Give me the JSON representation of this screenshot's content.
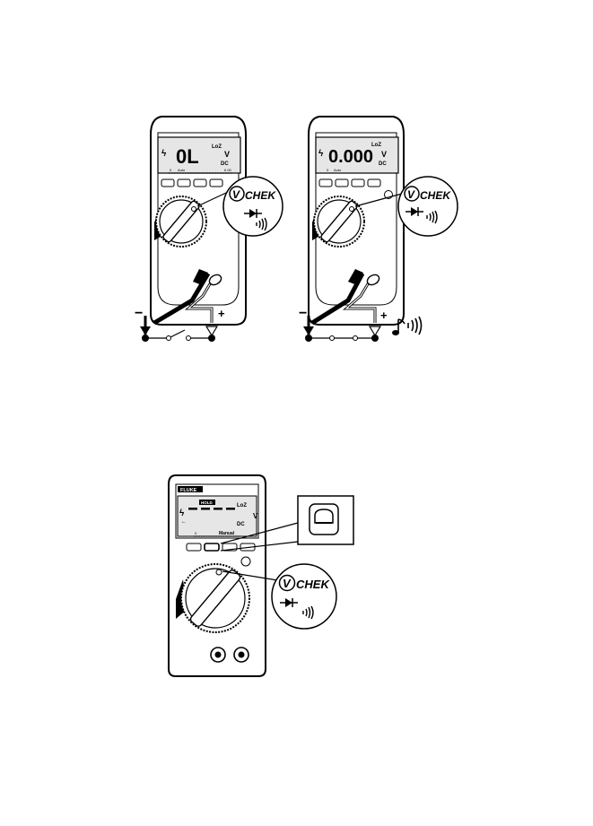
{
  "colors": {
    "ink": "#000000",
    "paper": "#ffffff",
    "lcd": "#e6e6e6",
    "body": "#cfcfcf"
  },
  "meter1": {
    "display_reading": "0L",
    "loz": "LoZ",
    "unit": "V",
    "mode": "DC",
    "auto": "Auto",
    "scale_left": "0",
    "scale_right": "6 00"
  },
  "meter2": {
    "display_reading": "0.000",
    "loz": "LoZ",
    "unit": "V",
    "mode": "DC",
    "auto": "Auto",
    "scale_left": "0"
  },
  "meter3": {
    "brand": "FLUKE",
    "hold_tag": "HOLD",
    "loz": "LoZ",
    "unit": "V",
    "mode": "DC",
    "range": "Manual",
    "scale_left": "0"
  },
  "callouts": {
    "chek_1": "CHEK",
    "chek_2": "CHEK",
    "chek_3": "CHEK"
  },
  "circuit": {
    "minus_1": "−",
    "plus_1": "+",
    "minus_2": "−",
    "plus_2": "+"
  }
}
